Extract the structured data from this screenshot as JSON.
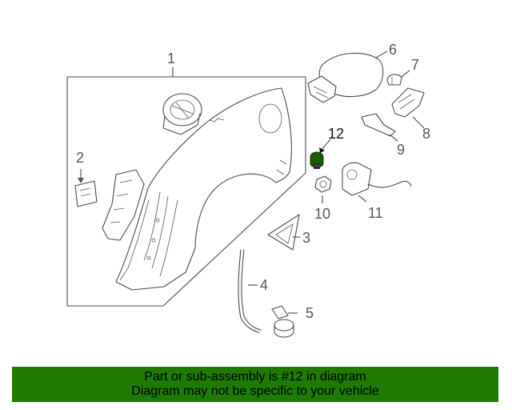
{
  "callouts": [
    "1",
    "2",
    "3",
    "4",
    "5",
    "6",
    "7",
    "8",
    "9",
    "10",
    "11",
    "12"
  ],
  "highlighted_part": "12",
  "banner": {
    "line1": "Part or sub-assembly is #12 in diagram",
    "line2": "Diagram may not be specific to your vehicle",
    "background": "#1e7a00"
  },
  "colors": {
    "line_art": "#4a4a4a",
    "highlight_part": "#1a5c00"
  }
}
